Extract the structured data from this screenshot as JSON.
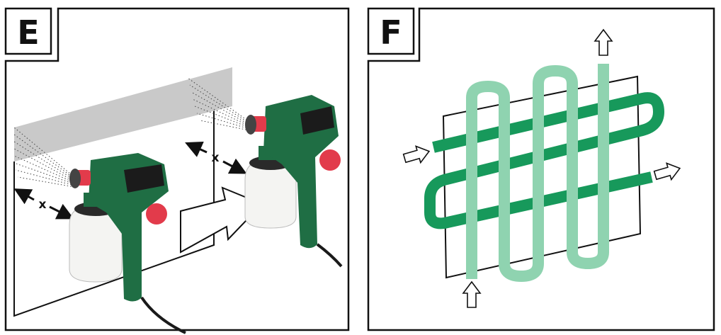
{
  "panels": [
    {
      "id": "E",
      "letter": "E",
      "distance_label": "x"
    },
    {
      "id": "F",
      "letter": "F"
    }
  ],
  "colors": {
    "device_green": "#1f6e44",
    "device_red": "#e23b4b",
    "container": "#f4f4f2",
    "spray_band": "#c9c9c9",
    "horizontal_pass": "#17995b",
    "vertical_pass": "#8fd3b0",
    "outline": "#111111"
  },
  "icons": [
    "spray-gun-icon",
    "arrow-right-icon",
    "arrow-up-icon",
    "distance-arrow-icon"
  ]
}
